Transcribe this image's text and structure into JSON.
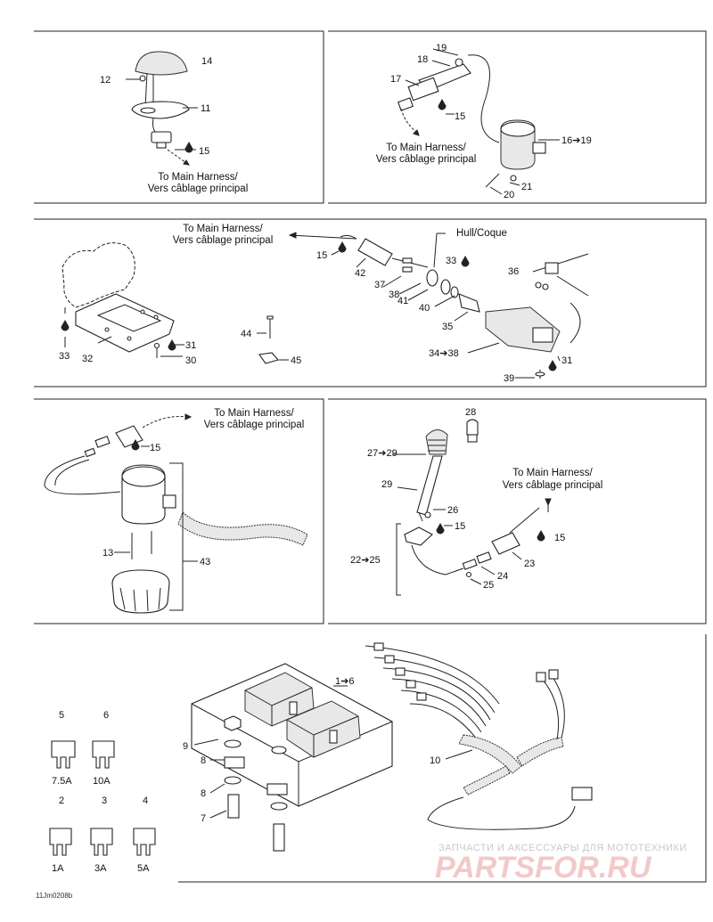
{
  "panels": {
    "top_left": {
      "callouts": [
        "14",
        "12",
        "11",
        "15"
      ],
      "caption": [
        "To Main Harness/",
        "Vers câblage principal"
      ]
    },
    "top_right": {
      "callouts": [
        "19",
        "18",
        "17",
        "15",
        "16➔19",
        "21",
        "20"
      ],
      "caption": [
        "To Main Harness/",
        "Vers câblage principal"
      ]
    },
    "middle": {
      "callouts": [
        "15",
        "42",
        "37",
        "38",
        "41",
        "40",
        "33",
        "35",
        "36",
        "34➔38",
        "31",
        "39",
        "33",
        "32",
        "31",
        "30",
        "44",
        "45"
      ],
      "caption": [
        "To Main Harness/",
        "Vers câblage principal"
      ],
      "hull_label": "Hull/Coque"
    },
    "lower_left": {
      "callouts": [
        "15",
        "13",
        "43"
      ],
      "caption": [
        "To Main Harness/",
        "Vers câblage principal"
      ]
    },
    "lower_right": {
      "callouts": [
        "28",
        "27➔29",
        "29",
        "26",
        "15",
        "15",
        "22➔25",
        "23",
        "24",
        "25"
      ],
      "caption": [
        "To Main Harness/",
        "Vers câblage principal"
      ]
    },
    "bottom": {
      "fuses": [
        {
          "number": "5",
          "rating": "7.5A"
        },
        {
          "number": "6",
          "rating": "10A"
        },
        {
          "number": "2",
          "rating": "1A"
        },
        {
          "number": "3",
          "rating": "3A"
        },
        {
          "number": "4",
          "rating": "5A"
        }
      ],
      "callouts": [
        "1➔6",
        "9",
        "8",
        "8",
        "7",
        "10"
      ]
    }
  },
  "watermark": {
    "line1": "ЗАПЧАСТИ И АКСЕССУАРЫ ДЛЯ МОТОТЕХНИКИ",
    "line2": "PARTSFOR.RU"
  },
  "drawing_code": "11Jm0208b"
}
